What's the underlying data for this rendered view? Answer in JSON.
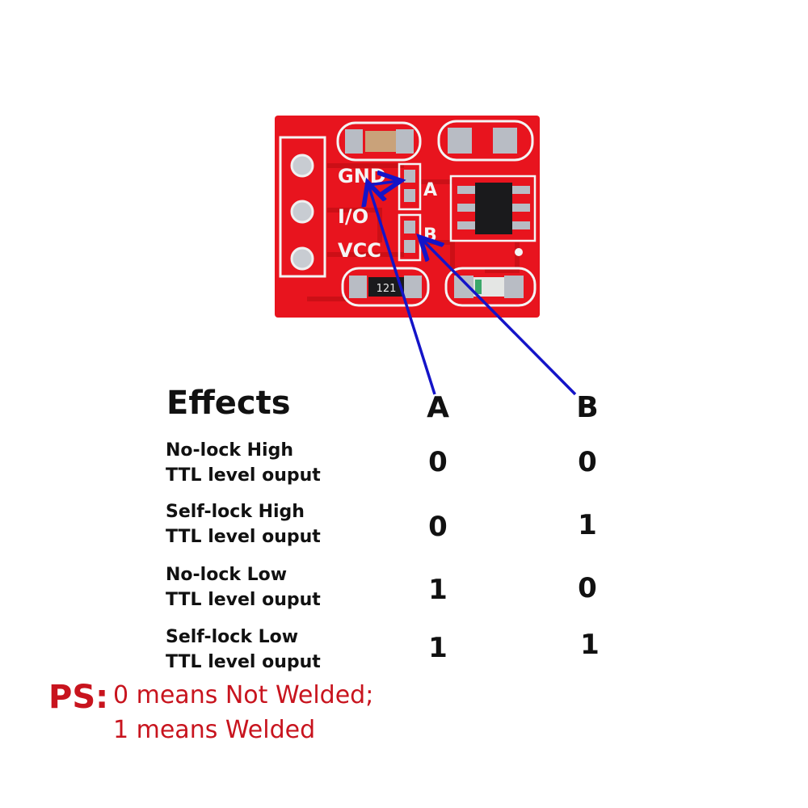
{
  "board": {
    "silkscreen": {
      "gnd": "GND",
      "io": "I/O",
      "vcc": "VCC",
      "pad_a": "A",
      "pad_b": "B",
      "resistor_code": "121"
    },
    "colors": {
      "pcb": "#e8141e",
      "trace": "#c90f16",
      "silkscreen": "#f4f4f4",
      "pad": "#b8bcc4",
      "arrow": "#1414c8",
      "ps_text": "#c8141e"
    }
  },
  "table": {
    "title": "Effects",
    "columns": [
      "A",
      "B"
    ],
    "rows": [
      {
        "label_line1": "No-lock High",
        "label_line2": "TTL level ouput",
        "a": "0",
        "b": "0"
      },
      {
        "label_line1": "Self-lock High",
        "label_line2": "TTL level ouput",
        "a": "0",
        "b": "1"
      },
      {
        "label_line1": "No-lock Low",
        "label_line2": "TTL level ouput",
        "a": "1",
        "b": "0"
      },
      {
        "label_line1": "Self-lock Low",
        "label_line2": "TTL level ouput",
        "a": "1",
        "b": "1"
      }
    ]
  },
  "note": {
    "label": "PS:",
    "line1": "0 means Not Welded;",
    "line2": "1 means Welded"
  }
}
